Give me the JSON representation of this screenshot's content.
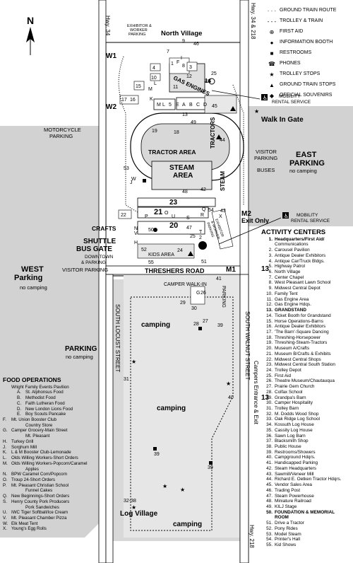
{
  "legend": [
    {
      "icon": "ground-train-route-icon",
      "symbol": "· · ·",
      "label": "GROUND TRAIN ROUTE"
    },
    {
      "icon": "trolley-train-icon",
      "symbol": "- - -",
      "label": "TROLLEY & TRAIN"
    },
    {
      "icon": "first-aid-icon",
      "symbol": "⊕",
      "label": "FIRST AID"
    },
    {
      "icon": "information-booth-icon",
      "symbol": "●",
      "label": "INFORMATION BOOTH"
    },
    {
      "icon": "restroom-icon",
      "symbol": "■",
      "label": "RESTROOMS"
    },
    {
      "icon": "phone-icon",
      "symbol": "☎",
      "label": "PHONES"
    },
    {
      "icon": "trolley-stop-icon",
      "symbol": "★",
      "label": "TROLLEY STOPS"
    },
    {
      "icon": "ground-train-stop-icon",
      "symbol": "▲",
      "label": "GROUND TRAIN STOPS"
    },
    {
      "icon": "souvenir-icon",
      "symbol": "◆",
      "label": "OFFICIAL SOUVENIRS"
    }
  ],
  "compass": {
    "label": "N"
  },
  "roads": {
    "hwy34_left": "Hwy. 34",
    "hwy34_218_right": "Hwy. 34 & 218",
    "hwy218_bottom": "Hwy. 218",
    "south_locust": "SOUTH LOCUST STREET",
    "south_walnut": "SOUTH WALNUT STREET",
    "threshers_road": "THRESHERS ROAD",
    "parking_street": "PARKING",
    "campers_entrance": "Campers Entrance & Exit"
  },
  "gates": {
    "north_village": "North Village",
    "w1": "W1",
    "w2": "W2",
    "walk_in_gate": "Walk In Gate",
    "m1": "M1",
    "m2": "M2",
    "m2_sub": "Exit Only",
    "shuttle_line1": "SHUTTLE",
    "shuttle_line2": "BUS GATE",
    "shuttle_sub1": "DOWNTOWN",
    "shuttle_sub2": "& PARKING",
    "n13_a": "13",
    "n13_b": "13"
  },
  "map_labels": {
    "exhibitor_parking_1": "EXHIBITOR &",
    "exhibitor_parking_2": "WORKER",
    "exhibitor_parking_3": "PARKING",
    "mobility_top_1": "MOBILITY",
    "mobility_top_2": "RENTAL SERVICE",
    "mobility_bottom_1": "MOBILITY",
    "mobility_bottom_2": "RENTAL SERVICE",
    "motorcycle_1": "MOTORCYCLE",
    "motorcycle_2": "PARKING",
    "visitor_parking_1": "VISITOR",
    "visitor_parking_2": "PARKING",
    "buses": "BUSES",
    "east_parking_1": "EAST",
    "east_parking_2": "PARKING",
    "east_no_camping": "no camping",
    "west_parking_1": "WEST",
    "west_parking_2": "Parking",
    "west_no_camping": "no camping",
    "visitor_parking_row": "VISITOR PARKING",
    "parking_lot": "PARKING",
    "parking_no_camping": "no camping",
    "tractor_area": "TRACTOR AREA",
    "tractors": "TRACTORS",
    "steam_area_1": "STEAM",
    "steam_area_2": "AREA",
    "steam_vertical": "STEAM",
    "gas_engines": "GAS ENGINES",
    "crafts": "CRAFTS",
    "kids_area": "KIDS AREA",
    "camper_walk_in": "CAMPER WALK-IN",
    "camping_1": "camping",
    "camping_2": "camping",
    "camping_3": "camping",
    "log_village": "Log Village",
    "worker_parking_diag_1": "EXHIBITOR",
    "worker_parking_diag_2": "& WORKER",
    "worker_parking_diag_3": "PARKING",
    "n20": "20",
    "n21": "21",
    "n23": "23",
    "n1": "1",
    "n2": "2",
    "n3": "3",
    "n4": "4",
    "n5": "5",
    "n7": "7",
    "n8": "8",
    "n9": "9",
    "n10": "10",
    "n11": "11",
    "n12": "12",
    "n13c": "13",
    "n14": "14",
    "n15": "15",
    "n16": "16",
    "n17": "17",
    "n18": "18",
    "n19": "19",
    "n22": "22",
    "n24": "24",
    "n25": "25",
    "n26": "26",
    "n27": "27",
    "n28": "28",
    "n29": "29",
    "n30": "30",
    "n31": "31",
    "n32_38": "32-38",
    "n39a": "39",
    "n39b": "39",
    "n39c": "39",
    "n40": "40",
    "n41": "41",
    "n42": "42",
    "n43": "43",
    "n44": "44",
    "n45a": "45",
    "n45b": "45",
    "n46": "46",
    "n47": "47",
    "n48": "48",
    "n49": "49",
    "n50": "50",
    "n51": "51",
    "n52": "52",
    "n53": "53",
    "n54": "54",
    "n55": "55",
    "n25b": "25",
    "lA": "A",
    "lB": "B",
    "lC": "C",
    "lD": "D",
    "lE": "E",
    "lF": "F",
    "lG": "G",
    "lH": "H",
    "lI": "I",
    "lJ": "J",
    "lK": "K",
    "lL": "L",
    "lM": "M",
    "lN": "N",
    "lO": "O",
    "lP": "P",
    "lQ": "Q",
    "lR": "R",
    "lS": "S",
    "lT": "T",
    "lU": "U",
    "lV": "V",
    "lW": "W",
    "lX": "X",
    "lL2": "L",
    "lM2": "M"
  },
  "activity_centers": {
    "title": "ACTIVITY CENTERS",
    "items": [
      {
        "n": "1.",
        "t": "Headquarters/First Aid/",
        "b": true
      },
      {
        "n": "",
        "t": "Communications"
      },
      {
        "n": "2.",
        "t": "Carousel Pavilion"
      },
      {
        "n": "3.",
        "t": "Antique Dealer Exhibitors"
      },
      {
        "n": "4.",
        "t": "Antique Car/Truck Bldgs."
      },
      {
        "n": "5.",
        "t": "Highway Patrol"
      },
      {
        "n": "6.",
        "t": "North Village"
      },
      {
        "n": "7.",
        "t": "Center Chapel"
      },
      {
        "n": "8.",
        "t": "West Pleasant Lawn School"
      },
      {
        "n": "9.",
        "t": "Midwest Central Depot"
      },
      {
        "n": "10.",
        "t": "Family Tent"
      },
      {
        "n": "11.",
        "t": "Gas Engine Area"
      },
      {
        "n": "12.",
        "t": "Gas Engine Hdqs."
      },
      {
        "n": "13.",
        "t": "GRANDSTAND",
        "b": true
      },
      {
        "n": "14.",
        "t": "Ticket Booth for Grandstand"
      },
      {
        "n": "15.",
        "t": "Horse Operations-Barns"
      },
      {
        "n": "16.",
        "t": "Antique Dealer Exhibitors"
      },
      {
        "n": "17.",
        "t": "'The Barn'-Square Dancing"
      },
      {
        "n": "18.",
        "t": "Threshing-Horsepower"
      },
      {
        "n": "19.",
        "t": "Threshing-Steam-Tractors"
      },
      {
        "n": "20.",
        "t": "Museum A/Crafts"
      },
      {
        "n": "21.",
        "t": "Museum B/Crafts & Exhibits"
      },
      {
        "n": "22.",
        "t": "Midwest Central Shops"
      },
      {
        "n": "23.",
        "t": "Midwest Central South Station"
      },
      {
        "n": "24.",
        "t": "Trolley Depot"
      },
      {
        "n": "25.",
        "t": "First Aid"
      },
      {
        "n": "26.",
        "t": "Theatre Museum/Chautauqua"
      },
      {
        "n": "27.",
        "t": "Prairie Gem Church"
      },
      {
        "n": "28.",
        "t": "Colfax School"
      },
      {
        "n": "29.",
        "t": "Grandpa's Barn"
      },
      {
        "n": "30.",
        "t": "Camper Hospitality"
      },
      {
        "n": "31.",
        "t": "Trolley Barn"
      },
      {
        "n": "32.",
        "t": "M. Dodds Wood Shop"
      },
      {
        "n": "33.",
        "t": "Oak Ridge Log School"
      },
      {
        "n": "34.",
        "t": "Kossuth Log House"
      },
      {
        "n": "35.",
        "t": "Cassity Log House"
      },
      {
        "n": "36.",
        "t": "Sawn Log Barn"
      },
      {
        "n": "37.",
        "t": "Blacksmith Shop"
      },
      {
        "n": "38.",
        "t": "Public House"
      },
      {
        "n": "39.",
        "t": "Restrooms/Showers"
      },
      {
        "n": "40.",
        "t": "Campground Hdqrs."
      },
      {
        "n": "41.",
        "t": "Handicapped Parking"
      },
      {
        "n": "42.",
        "t": "Steam Headquarters"
      },
      {
        "n": "43.",
        "t": "Sawmill/Veneer Mill"
      },
      {
        "n": "44.",
        "t": "Richard E. Oetken Tractor Hdqrs."
      },
      {
        "n": "45.",
        "t": "Vendor Sales Area"
      },
      {
        "n": "46.",
        "t": "Trading Post"
      },
      {
        "n": "47.",
        "t": "Steam Powerhouse"
      },
      {
        "n": "48.",
        "t": "Miniature Railroad"
      },
      {
        "n": "49.",
        "t": "KILJ Stage"
      },
      {
        "n": "50.",
        "t": "FOUNDATION & MEMORIAL",
        "b": true
      },
      {
        "n": "",
        "t": "ROOM",
        "b": true
      },
      {
        "n": "51.",
        "t": "Drive a Tractor"
      },
      {
        "n": "52.",
        "t": "Pony Rides"
      },
      {
        "n": "53.",
        "t": "Model Steam"
      },
      {
        "n": "54.",
        "t": "Printer's Hall"
      },
      {
        "n": "55.",
        "t": "Kid Shows"
      }
    ]
  },
  "food_operations": {
    "title": "FOOD OPERATIONS",
    "items": [
      {
        "n": "",
        "t": "Wright Family Events Pavilion",
        "c": "plain"
      },
      {
        "n": "A.",
        "t": "St. Alphonsus Food",
        "c": "sub"
      },
      {
        "n": "B.",
        "t": "Methodist Food",
        "c": "sub"
      },
      {
        "n": "C.",
        "t": "Faith Lutheran Food",
        "c": "sub"
      },
      {
        "n": "D.",
        "t": "New London Lions Food",
        "c": "sub"
      },
      {
        "n": "E.",
        "t": "Boy Scouts Pancake",
        "c": "sub"
      },
      {
        "n": "F.",
        "t": "Mt. Union Booster Club",
        "c": "plain"
      },
      {
        "n": "",
        "t": "Country Store",
        "c": "ind"
      },
      {
        "n": "G.",
        "t": "Camper Grocery-Main Street",
        "c": "plain"
      },
      {
        "n": "",
        "t": "Mt. Pleasant",
        "c": "ind"
      },
      {
        "n": "H.",
        "t": "Turkey Grill",
        "c": "plain"
      },
      {
        "n": "J.",
        "t": "Sorghum Mill",
        "c": "plain"
      },
      {
        "n": "K.",
        "t": "L & M Booster Club-Lemonade",
        "c": "plain"
      },
      {
        "n": "L.",
        "t": "Olds Willing Workers-Short Orders",
        "c": "plain"
      },
      {
        "n": "M.",
        "t": "Olds Willing Workers-Popcorn/Caramel",
        "c": "plain"
      },
      {
        "n": "",
        "t": "Apples",
        "c": "ind"
      },
      {
        "n": "N.",
        "t": "BPW Caramel Corn/Popcorn",
        "c": "plain"
      },
      {
        "n": "O.",
        "t": "Troup 24-Short Orders",
        "c": "plain"
      },
      {
        "n": "P.",
        "t": "Mt. Pleasant Christian School",
        "c": "plain"
      },
      {
        "n": "",
        "t": "Funnel Cakes",
        "c": "ind"
      },
      {
        "n": "Q.",
        "t": "New Beginnings-Short Orders",
        "c": "plain"
      },
      {
        "n": "S.",
        "t": "Henry County Pork Producers",
        "c": "plain"
      },
      {
        "n": "",
        "t": "Pork Sandwiches",
        "c": "ind"
      },
      {
        "n": "U.",
        "t": "IWC Tiger Softball/Ice Cream",
        "c": "plain"
      },
      {
        "n": "V.",
        "t": "Mt. Pleasant Chamber Pizza",
        "c": "plain"
      },
      {
        "n": "W.",
        "t": "Elk Meat Tent",
        "c": "plain"
      },
      {
        "n": "X.",
        "t": "Young's Egg Rolls",
        "c": "plain"
      }
    ]
  }
}
